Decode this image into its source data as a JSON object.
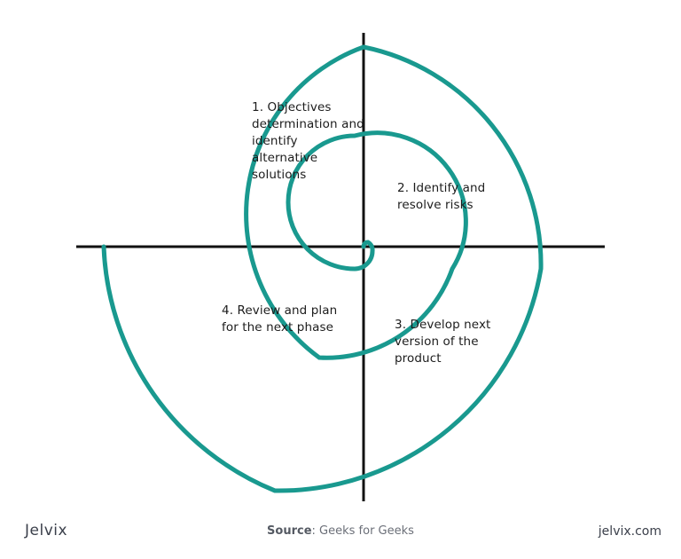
{
  "diagram": {
    "colors": {
      "spiral": "#19998f",
      "axes": "#111111"
    },
    "quadrants": [
      {
        "label": "1. Objectives determination and identify alternative solutions"
      },
      {
        "label": "2. Identify and resolve risks"
      },
      {
        "label": "3. Develop next version of the product"
      },
      {
        "label": "4. Review and plan for the next phase"
      }
    ]
  },
  "footer": {
    "logo_text": "Jelvix",
    "source_label": "Source",
    "source_value": ": Geeks for Geeks",
    "site_url": "jelvix.com"
  }
}
